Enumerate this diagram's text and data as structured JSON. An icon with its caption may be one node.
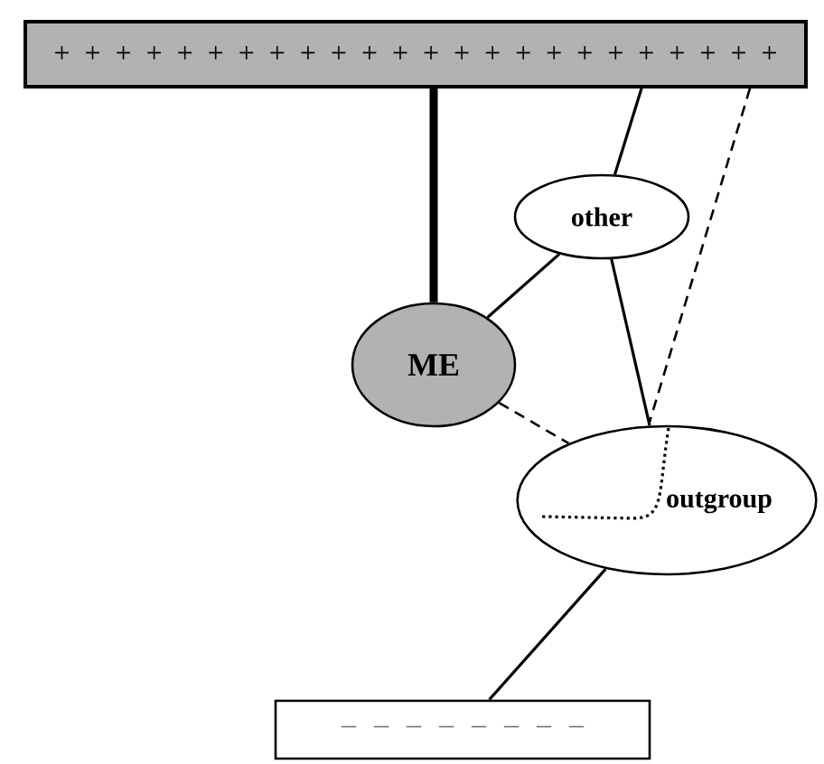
{
  "diagram": {
    "nodes": [
      {
        "text": [
          "+ + + + + + + + + + + + + + + + + + + + + + + +"
        ]
      },
      {
        "text": [
          "other"
        ]
      },
      {
        "text": [
          "ME"
        ]
      },
      {
        "text": [
          "outgroup"
        ]
      },
      {
        "text": [
          "– – – – – – – –"
        ]
      }
    ],
    "edges": [
      {
        "from": 0,
        "to": 2,
        "arrow": "none",
        "style": "thick"
      },
      {
        "from": 0,
        "to": 1,
        "arrow": "none"
      },
      {
        "from": 0,
        "to": 3,
        "arrow": "none",
        "style": "dashed"
      },
      {
        "from": 1,
        "to": 2,
        "arrow": "none"
      },
      {
        "from": 1,
        "to": 3,
        "arrow": "none"
      },
      {
        "from": 2,
        "to": 3,
        "arrow": "none",
        "style": "dashed"
      },
      {
        "from": 3,
        "to": 4,
        "arrow": "none"
      }
    ]
  }
}
